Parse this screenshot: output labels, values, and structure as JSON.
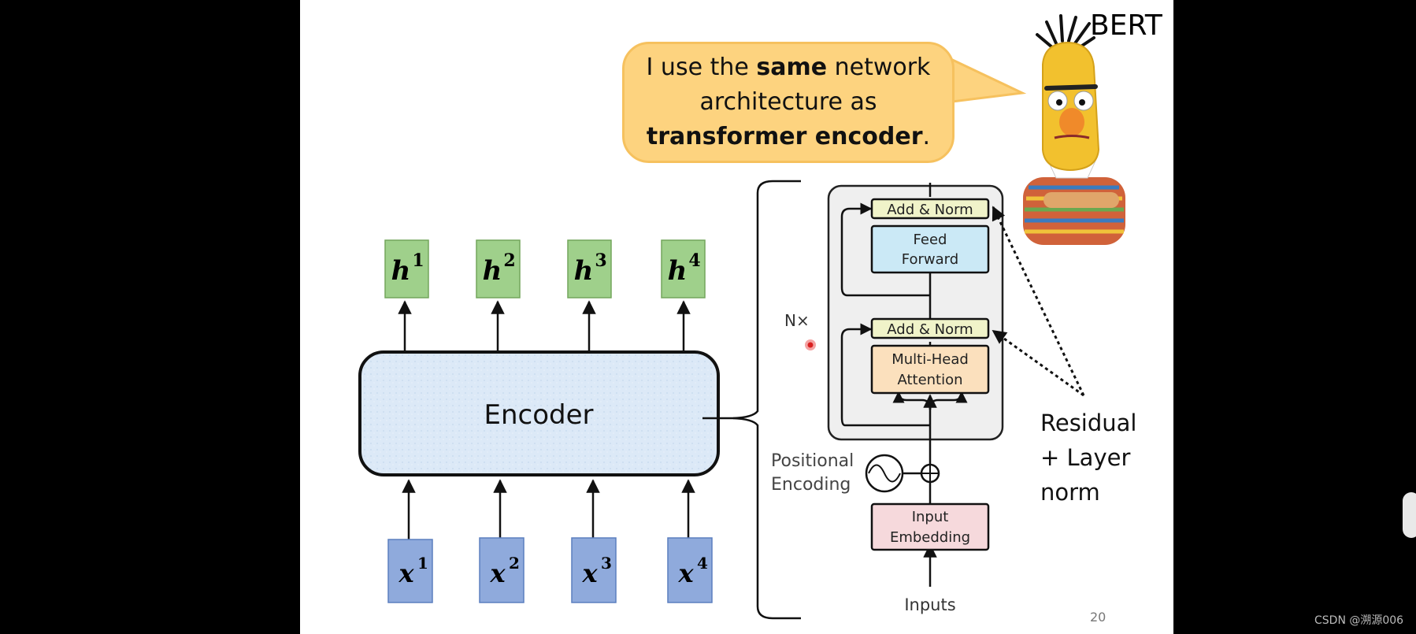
{
  "slide": {
    "bubble": {
      "line1_pre": "I use the ",
      "line1_bold": "same",
      "line1_post": " network",
      "line2": "architecture as",
      "line3_bold": "transformer encoder",
      "line3_post": "."
    },
    "bert_label": "BERT",
    "page_number": "20",
    "residual_label": [
      "Residual",
      "+ Layer",
      "norm"
    ]
  },
  "encoder_view": {
    "outputs": [
      "h",
      "h",
      "h",
      "h"
    ],
    "output_superscripts": [
      "1",
      "2",
      "3",
      "4"
    ],
    "encoder_label": "Encoder",
    "inputs": [
      "x",
      "x",
      "x",
      "x"
    ],
    "input_superscripts": [
      "1",
      "2",
      "3",
      "4"
    ]
  },
  "transformer_block": {
    "add_norm_top": "Add & Norm",
    "feed_forward": [
      "Feed",
      "Forward"
    ],
    "add_norm_mid": "Add & Norm",
    "attention": [
      "Multi-Head",
      "Attention"
    ],
    "nx": "N×",
    "positional_encoding": [
      "Positional",
      "Encoding"
    ],
    "input_embedding": [
      "Input",
      "Embedding"
    ],
    "inputs_label": "Inputs"
  },
  "watermark": "CSDN @溯源006",
  "colors": {
    "output_box": "#9fd08b",
    "input_box": "#8faadc",
    "encoder_fill": "#dbe9f7",
    "add_norm": "#f0f3c9",
    "feed_forward": "#cbe9f6",
    "attention": "#fbe0bd",
    "embedding": "#f6d9dc",
    "bubble": "#fdd37f"
  }
}
